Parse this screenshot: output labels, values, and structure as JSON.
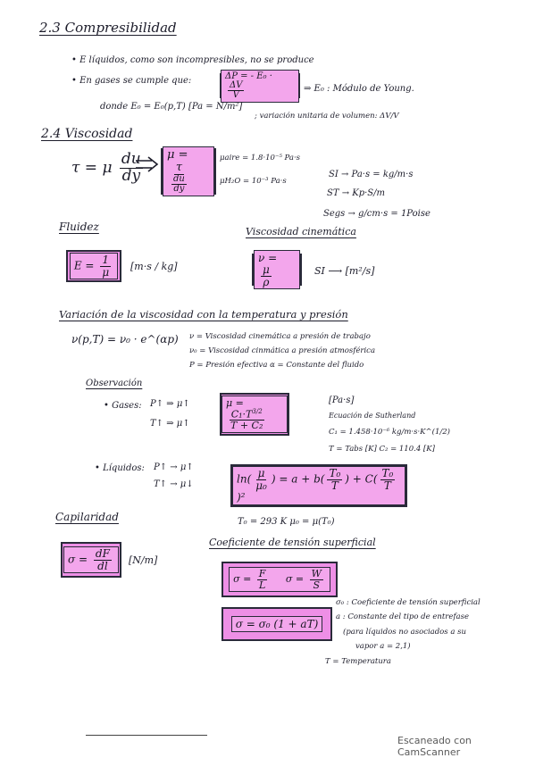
{
  "sec_2_3": {
    "title": "2.3 Compresibilidad",
    "b1": "• E líquidos, como son incompresibles, no se produce",
    "b2": "• En gases se cumple que:",
    "eq": "ΔP = - E₀ · ΔV / V",
    "eq_note": "⇒ E₀ : Módulo de Young.",
    "donde_pre": "donde  E₀ = E₀(p,T)  [Pa = N/m²]",
    "donde_post": "; variación unitaria de volumen: ΔV/V"
  },
  "sec_2_4": {
    "title": "2.4 Viscosidad",
    "eq_left": "τ = μ  du/dy",
    "box": "μ = τ / (du/dy)",
    "mu_aire": "μaire = 1.8·10⁻⁵ Pa·s",
    "mu_h2o": "μH₂O = 10⁻³ Pa·s",
    "si": "SI → Pa·s = kg/m·s",
    "st": "ST → Kp·S/m",
    "segs": "Segs → g/cm·s = 1Poise"
  },
  "fluidez": {
    "title": "Fluidez",
    "box": "E = 1 / μ",
    "unit": "[m·s / kg]"
  },
  "cinematica": {
    "title": "Viscosidad cinemática",
    "box": "ν = μ / ρ",
    "si": "SI ⟶ [m²/s]"
  },
  "variacion": {
    "title": "Variación de la viscosidad con la temperatura y presión",
    "formula": "ν(p,T) = ν₀ · e^(αp)",
    "d1": "ν = Viscosidad cinemática a presión de trabajo",
    "d2": "ν₀ = Viscosidad cinmática a presión atmosférica",
    "d3": "P = Presión efectiva    α = Constante del fluido"
  },
  "observacion": {
    "title": "Observación",
    "gases": "• Gases:",
    "g1": "P↑ ⇒ μ↑",
    "g2": "T↑ ⇒ μ↑",
    "gas_box": "μ = C₁·T^(3/2) / (T + C₂)",
    "units": "[Pa·s]",
    "ecuacion": "Ecuación de Sutherland",
    "c1": "C₁ = 1.458·10⁻⁶ kg/m·s·K^(1/2)",
    "tabs": "T = Tabs [K]      C₂ = 110.4 [K]",
    "liquidos": "• Líquidos:",
    "l1": "P↑ → μ↑",
    "l2": "T↑ → μ↓",
    "liq_box": "ln(μ/μ₀) = a + b(T₀/T) + C(T₀/T)²",
    "t0": "T₀ = 293 K    μ₀ = μ(T₀)"
  },
  "capilaridad": {
    "title": "Capilaridad",
    "box": "σ = dF / dl",
    "unit": "[N/m]"
  },
  "tension": {
    "title": "Coeficiente de tensión superficial",
    "box1": "σ = F / L        σ = W / S",
    "box2": "σ = σ₀ (1 + aT)",
    "n1": "σ₀ : Coeficiente de tensión superficial",
    "n2": "a : Constante del tipo de entrefase",
    "n3": "(para líquidos no asociados a su",
    "n4": "vapor a = 2,1)",
    "n5": "T = Temperatura"
  },
  "footer": "Escaneado con CamScanner"
}
